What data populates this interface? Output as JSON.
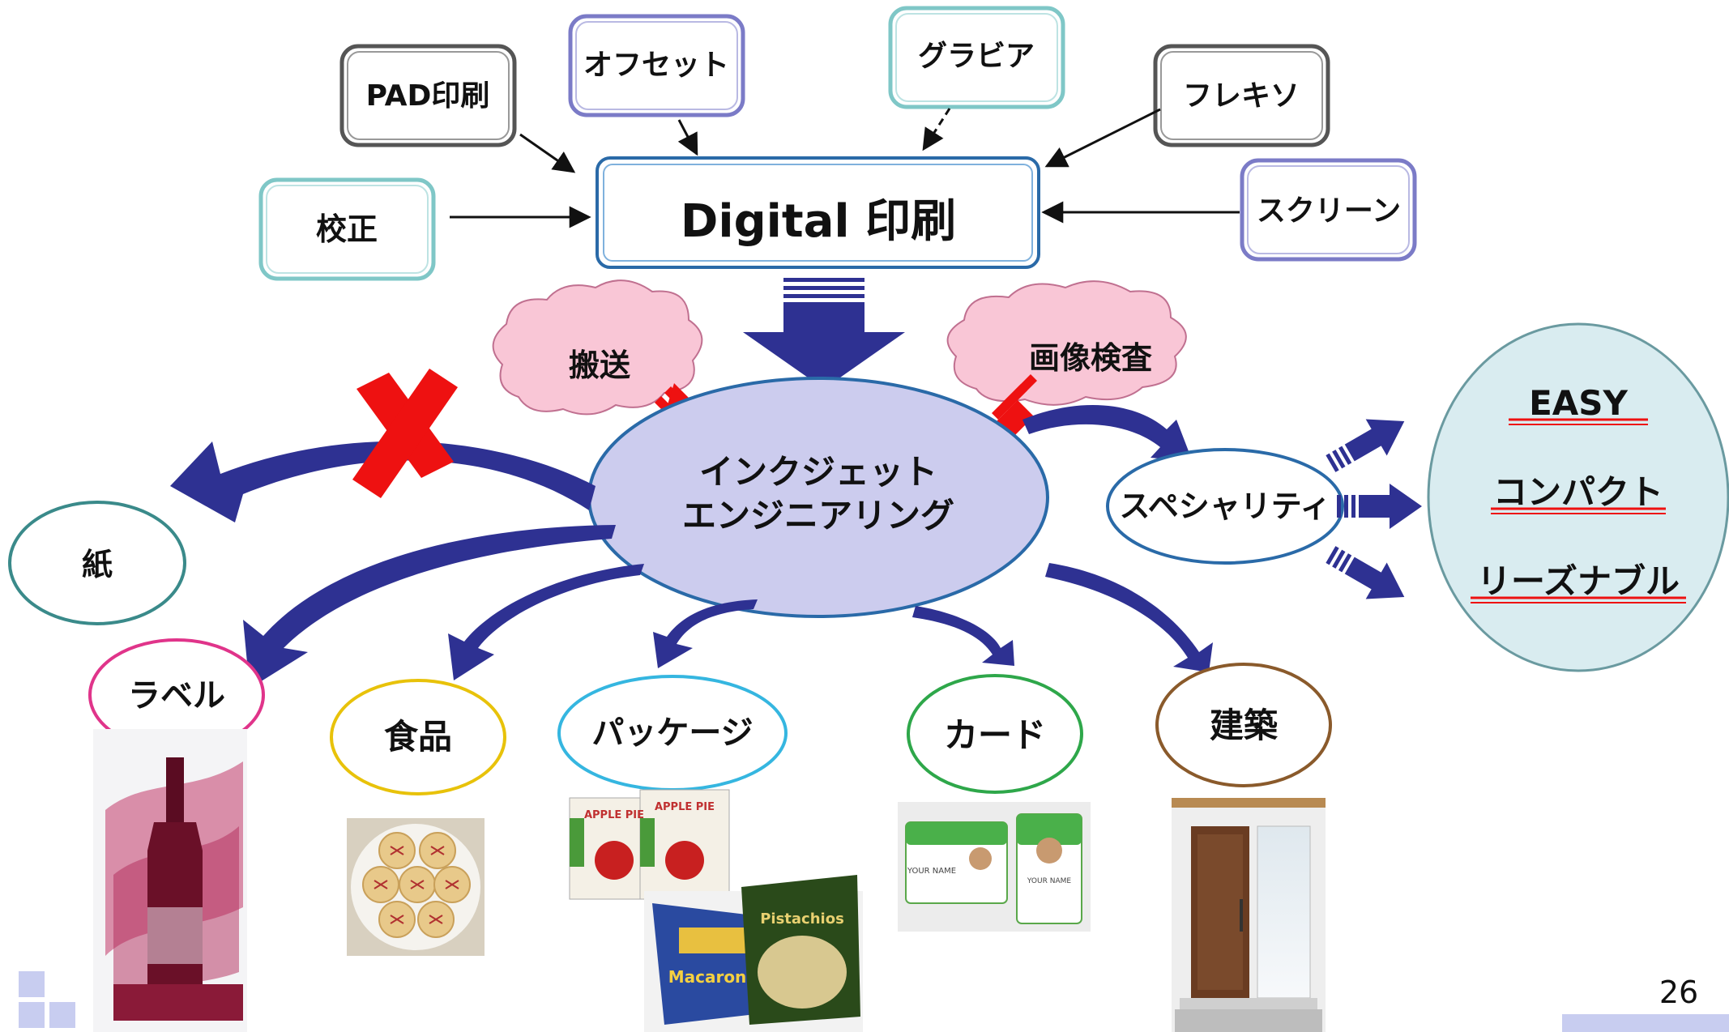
{
  "diagram": {
    "center_box": "Digital 印刷",
    "sources": {
      "pad": "PAD印刷",
      "offset": "オフセット",
      "gravure": "グラビア",
      "flexo": "フレキソ",
      "proof": "校正",
      "screen": "スクリーン"
    },
    "inkjet_line1": "インクジェット",
    "inkjet_line2": "エンジニアリング",
    "clouds": {
      "transport": "搬送",
      "inspection": "画像検査"
    },
    "paper": "紙",
    "specialty": "スペシャリティ",
    "benefits": [
      "EASY",
      "コンパクト",
      "リーズナブル"
    ],
    "applications": {
      "label": "ラベル",
      "food": "食品",
      "package": "パッケージ",
      "card": "カード",
      "building": "建築"
    },
    "photo_texts": {
      "apple_pie_1": "APPLE PIE",
      "apple_pie_2": "APPLE PIE",
      "macaron": "Macaron",
      "pistachios": "Pistachios",
      "card_name_1": "YOUR NAME",
      "card_name_2": "YOUR NAME"
    }
  },
  "page_number": "26",
  "colors": {
    "arrow_navy": "#2e3192",
    "inkjet_fill": "#ccccee",
    "cloud_fill": "#f9c6d6",
    "red_cross": "#ee1111",
    "benefit_circle": "#d9ecf0",
    "label_border": "#e0348a",
    "food_border": "#e8c20a",
    "package_border": "#35b6e0",
    "card_border": "#2ea74a",
    "building_border": "#8a5a2b"
  }
}
